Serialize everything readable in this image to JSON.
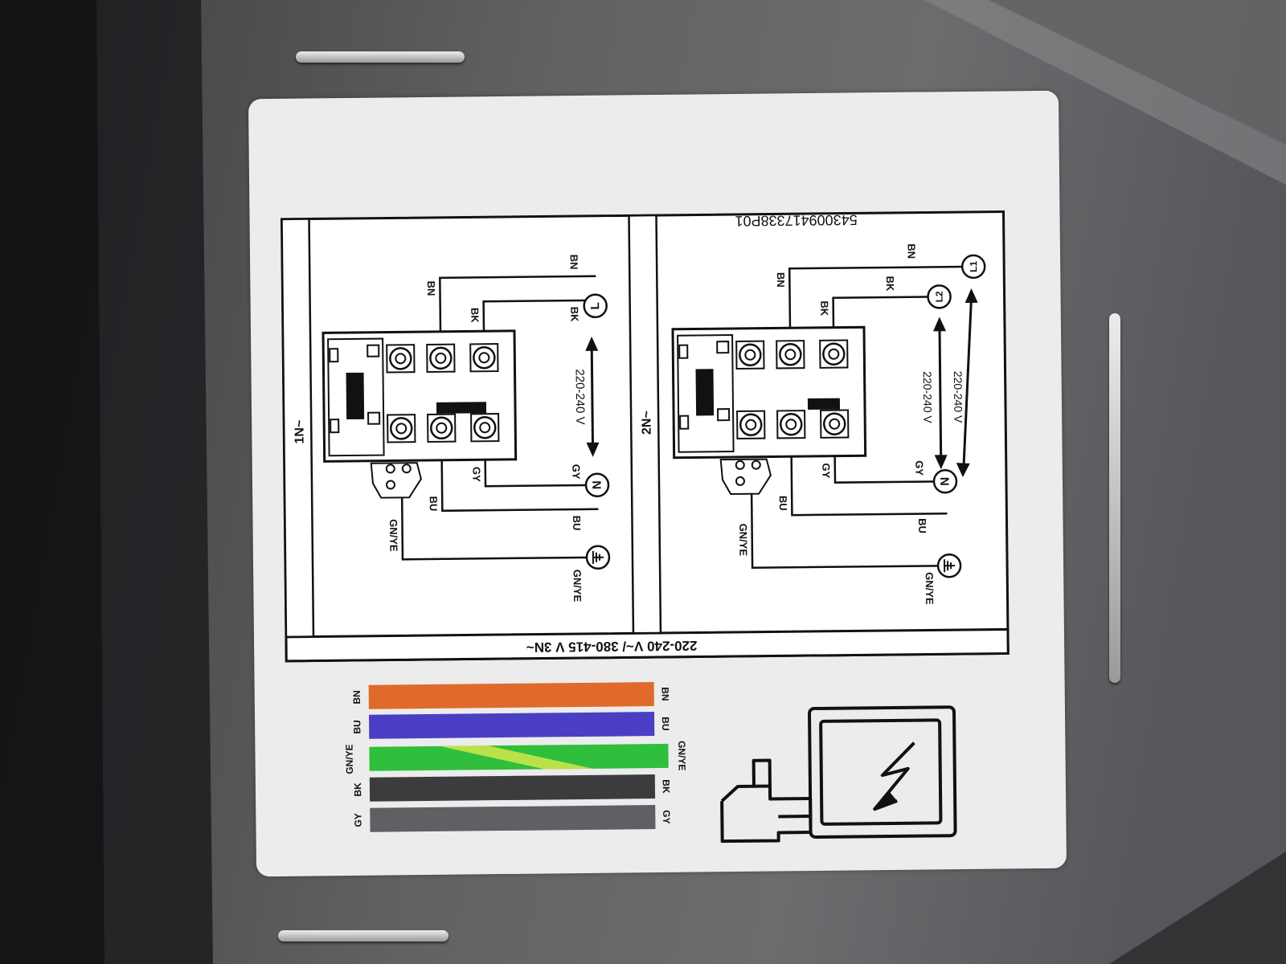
{
  "label": {
    "voltage_title": "220-240 V~/ 380-415 V 3N~",
    "part_number": "543009417338P01",
    "panels": [
      {
        "config": "1N~",
        "voltage": "220-240 V",
        "terminals": [
          "L",
          "N"
        ],
        "wires": {
          "top": [
            "BN",
            "BK"
          ],
          "bottom": [
            "GY",
            "BU",
            "GN/YE"
          ],
          "right": [
            "BN",
            "BK",
            "GY",
            "BU",
            "GN/YE"
          ]
        }
      },
      {
        "config": "2N~",
        "voltages": [
          "220-240 V",
          "220-240 V"
        ],
        "terminals": [
          "L1",
          "L2",
          "N"
        ],
        "wires": {
          "top": [
            "BN",
            "BK"
          ],
          "bottom": [
            "GY",
            "BU",
            "GN/YE"
          ],
          "right": [
            "BN",
            "BK",
            "GY",
            "BU",
            "GN/YE"
          ]
        }
      }
    ],
    "color_codes": [
      {
        "code": "BN",
        "color": "#e06a2c"
      },
      {
        "code": "BU",
        "color": "#4a3fc4"
      },
      {
        "code": "GN/YE",
        "color": "#2fbf3c"
      },
      {
        "code": "BK",
        "color": "#3c3c3e"
      },
      {
        "code": "GY",
        "color": "#5f6063"
      }
    ],
    "icons": [
      "earth-ground-icon",
      "electric-hazard-manual-icon"
    ]
  }
}
